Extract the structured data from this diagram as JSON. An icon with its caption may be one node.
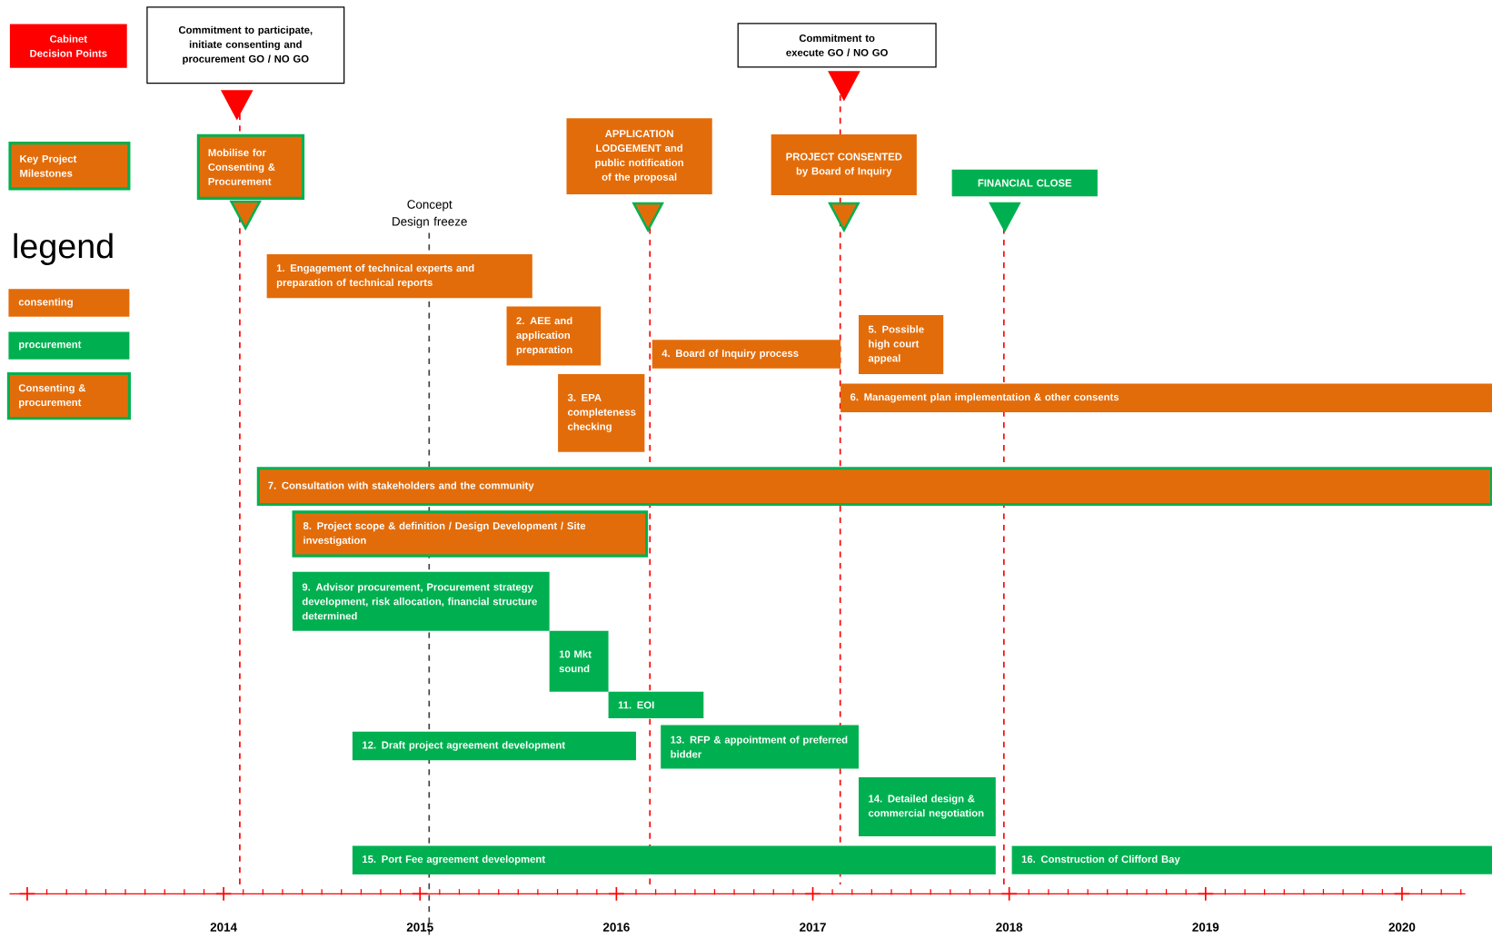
{
  "diagram": {
    "nodes": [
      {
        "text": [
          "Cabinet Decision Points"
        ]
      },
      {
        "text": [
          "Commitment to participate, initiate consenting and procurement GO / NO GO"
        ]
      },
      {
        "text": [
          "Commitment to execute GO / NO GO"
        ]
      },
      {
        "text": [
          "Key Project Milestones"
        ]
      },
      {
        "text": [
          "Mobilise for Consenting & Procurement"
        ]
      },
      {
        "text": [
          "APPLICATION LODGEMENT and public notification of the proposal"
        ]
      },
      {
        "text": [
          "PROJECT CONSENTED by Board of Inquiry"
        ]
      },
      {
        "text": [
          "FINANCIAL CLOSE"
        ]
      },
      {
        "text": [
          "Concept Design freeze"
        ]
      },
      {
        "text": [
          "1. Engagement of technical experts and preparation of technical reports"
        ]
      },
      {
        "text": [
          "2. AEE and application preparation"
        ]
      },
      {
        "text": [
          "3. EPA completeness checking"
        ]
      },
      {
        "text": [
          "4. Board of Inquiry process"
        ]
      },
      {
        "text": [
          "5. Possible high court appeal"
        ]
      },
      {
        "text": [
          "6. Management plan implementation & other consents"
        ]
      },
      {
        "text": [
          "7. Consultation with stakeholders and the community"
        ]
      },
      {
        "text": [
          "8. Project scope & definition / Design Development / Site investigation"
        ]
      },
      {
        "text": [
          "9. Advisor procurement, Procurement strategy development, risk allocation, financial structure determined"
        ]
      },
      {
        "text": [
          "10 Mkt sound"
        ]
      },
      {
        "text": [
          "11. EOI"
        ]
      },
      {
        "text": [
          "12. Draft project agreement development"
        ]
      },
      {
        "text": [
          "13. RFP & appointment of preferred bidder"
        ]
      },
      {
        "text": [
          "14. Detailed design & commercial negotiation"
        ]
      },
      {
        "text": [
          "15. Port Fee agreement development"
        ]
      },
      {
        "text": [
          "16. Construction of Clifford Bay"
        ]
      }
    ],
    "labels": [
      "legend",
      "2014",
      "2015",
      "2016",
      "2017",
      "2018",
      "2019",
      "2020"
    ],
    "legend": [
      {
        "text": "consenting",
        "color": "#e36c0a"
      },
      {
        "text": "procurement",
        "color": "#00b050"
      },
      {
        "text": "Consenting & procurement"
      }
    ]
  }
}
